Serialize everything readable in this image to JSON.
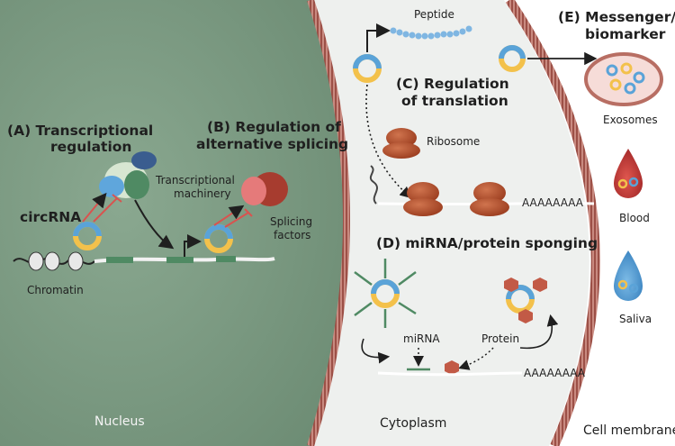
{
  "labels": {
    "a_line1": "(A) Transcriptional",
    "a_line2": "regulation",
    "b_line1": "(B) Regulation of",
    "b_line2": "alternative splicing",
    "c_line1": "(C) Regulation",
    "c_line2": "of translation",
    "d_title": "(D) miRNA/protein sponging",
    "e_line1": "(E) Messenger/",
    "e_line2": "biomarker",
    "circrna": "circRNA",
    "chromatin": "Chromatin",
    "transcriptional_machinery_1": "Transcriptional",
    "transcriptional_machinery_2": "machinery",
    "splicing_factors_1": "Splicing",
    "splicing_factors_2": "factors",
    "peptide": "Peptide",
    "ribosome": "Ribosome",
    "polya_translation": "AAAAAAAA",
    "polya_sponging": "AAAAAAAA",
    "mirna": "miRNA",
    "protein": "Protein",
    "exosomes": "Exosomes",
    "blood": "Blood",
    "saliva": "Saliva",
    "nucleus": "Nucleus",
    "cytoplasm": "Cytoplasm",
    "cell_membrane": "Cell membrane"
  },
  "colors": {
    "nucleus": "#7b9a82",
    "cytoplasm": "#eef0ee",
    "membrane": "#b86e63",
    "circ_blue": "#5aa3d8",
    "circ_yellow": "#f3c14b",
    "ribosome": "#b4502c",
    "peptide": "#7fb6e2",
    "inhibit_red": "#d9534f"
  }
}
